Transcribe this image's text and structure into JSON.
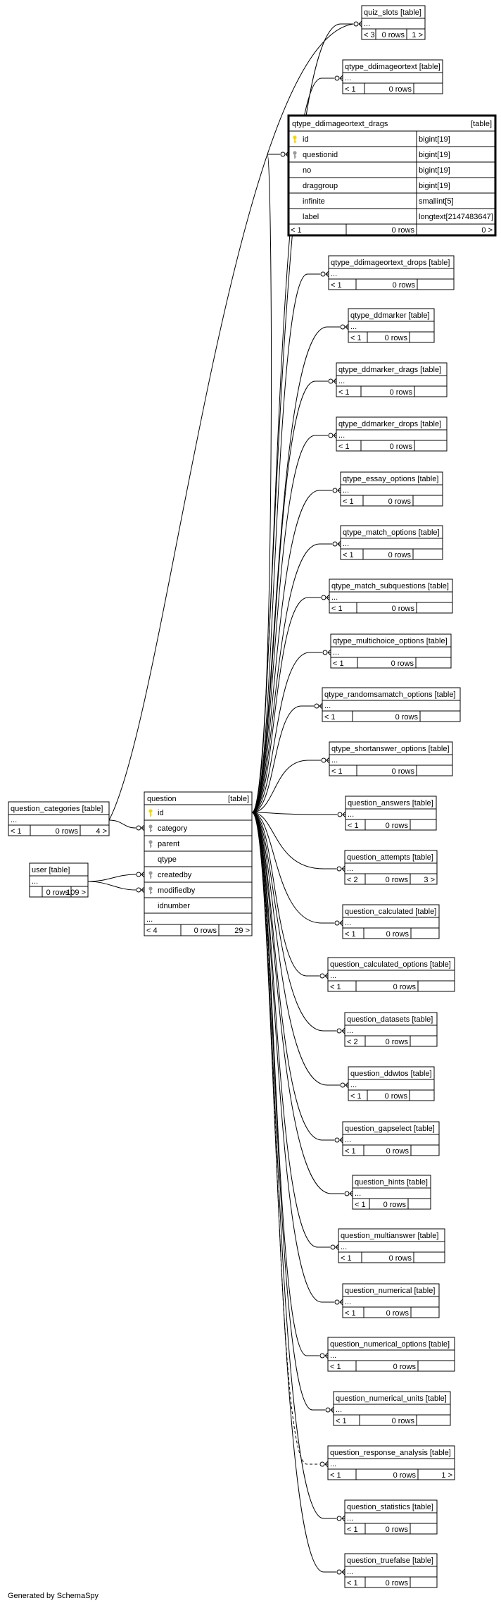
{
  "footer": "Generated by SchemaSpy",
  "key_icon_color": "#f2d800",
  "fk_icon_color": "#9a9a9a",
  "focus_table": {
    "name": "qtype_ddimageortext_drags",
    "tag": "[table]",
    "columns": [
      {
        "name": "id",
        "type": "bigint[19]",
        "icon": "primary-key-icon"
      },
      {
        "name": "questionid",
        "type": "bigint[19]",
        "icon": "foreign-key-icon"
      },
      {
        "name": "no",
        "type": "bigint[19]",
        "icon": ""
      },
      {
        "name": "draggroup",
        "type": "bigint[19]",
        "icon": ""
      },
      {
        "name": "infinite",
        "type": "smallint[5]",
        "icon": ""
      },
      {
        "name": "label",
        "type": "longtext[2147483647]",
        "icon": ""
      }
    ],
    "footer": {
      "left": "< 1",
      "rows": "0 rows",
      "right": "0 >"
    }
  },
  "question_table": {
    "name": "question",
    "tag": "[table]",
    "columns": [
      {
        "name": "id",
        "icon": "primary-key-icon"
      },
      {
        "name": "category",
        "icon": "foreign-key-icon"
      },
      {
        "name": "parent",
        "icon": "foreign-key-icon"
      },
      {
        "name": "qtype",
        "icon": ""
      },
      {
        "name": "createdby",
        "icon": "foreign-key-icon"
      },
      {
        "name": "modifiedby",
        "icon": "foreign-key-icon"
      },
      {
        "name": "idnumber",
        "icon": ""
      }
    ],
    "ellipsis": "...",
    "footer": {
      "left": "< 4",
      "rows": "0 rows",
      "right": "29 >"
    }
  },
  "left_tables": [
    {
      "name": "question_categories",
      "tag": "[table]",
      "ellipsis": "...",
      "footer": {
        "left": "< 1",
        "rows": "0 rows",
        "right": "4 >"
      }
    },
    {
      "name": "user",
      "tag": "[table]",
      "ellipsis": "...",
      "footer": {
        "left": "",
        "rows": "0 rows",
        "right": "109 >"
      }
    }
  ],
  "tables": [
    {
      "name": "quiz_slots",
      "tag": "[table]",
      "ellipsis": "...",
      "footer": {
        "left": "< 3",
        "rows": "0 rows",
        "right": "1 >"
      }
    },
    {
      "name": "qtype_ddimageortext",
      "tag": "[table]",
      "ellipsis": "...",
      "footer": {
        "left": "< 1",
        "rows": "0 rows",
        "right": ""
      }
    },
    {
      "name": "qtype_ddimageortext_drops",
      "tag": "[table]",
      "ellipsis": "...",
      "footer": {
        "left": "< 1",
        "rows": "0 rows",
        "right": ""
      }
    },
    {
      "name": "qtype_ddmarker",
      "tag": "[table]",
      "ellipsis": "...",
      "footer": {
        "left": "< 1",
        "rows": "0 rows",
        "right": ""
      }
    },
    {
      "name": "qtype_ddmarker_drags",
      "tag": "[table]",
      "ellipsis": "...",
      "footer": {
        "left": "< 1",
        "rows": "0 rows",
        "right": ""
      }
    },
    {
      "name": "qtype_ddmarker_drops",
      "tag": "[table]",
      "ellipsis": "...",
      "footer": {
        "left": "< 1",
        "rows": "0 rows",
        "right": ""
      }
    },
    {
      "name": "qtype_essay_options",
      "tag": "[table]",
      "ellipsis": "...",
      "footer": {
        "left": "< 1",
        "rows": "0 rows",
        "right": ""
      }
    },
    {
      "name": "qtype_match_options",
      "tag": "[table]",
      "ellipsis": "...",
      "footer": {
        "left": "< 1",
        "rows": "0 rows",
        "right": ""
      }
    },
    {
      "name": "qtype_match_subquestions",
      "tag": "[table]",
      "ellipsis": "...",
      "footer": {
        "left": "< 1",
        "rows": "0 rows",
        "right": ""
      }
    },
    {
      "name": "qtype_multichoice_options",
      "tag": "[table]",
      "ellipsis": "...",
      "footer": {
        "left": "< 1",
        "rows": "0 rows",
        "right": ""
      }
    },
    {
      "name": "qtype_randomsamatch_options",
      "tag": "[table]",
      "ellipsis": "...",
      "footer": {
        "left": "< 1",
        "rows": "0 rows",
        "right": ""
      }
    },
    {
      "name": "qtype_shortanswer_options",
      "tag": "[table]",
      "ellipsis": "...",
      "footer": {
        "left": "< 1",
        "rows": "0 rows",
        "right": ""
      }
    },
    {
      "name": "question_answers",
      "tag": "[table]",
      "ellipsis": "...",
      "footer": {
        "left": "< 1",
        "rows": "0 rows",
        "right": ""
      }
    },
    {
      "name": "question_attempts",
      "tag": "[table]",
      "ellipsis": "...",
      "footer": {
        "left": "< 2",
        "rows": "0 rows",
        "right": "3 >"
      }
    },
    {
      "name": "question_calculated",
      "tag": "[table]",
      "ellipsis": "...",
      "footer": {
        "left": "< 1",
        "rows": "0 rows",
        "right": ""
      }
    },
    {
      "name": "question_calculated_options",
      "tag": "[table]",
      "ellipsis": "...",
      "footer": {
        "left": "< 1",
        "rows": "0 rows",
        "right": ""
      }
    },
    {
      "name": "question_datasets",
      "tag": "[table]",
      "ellipsis": "...",
      "footer": {
        "left": "< 2",
        "rows": "0 rows",
        "right": ""
      }
    },
    {
      "name": "question_ddwtos",
      "tag": "[table]",
      "ellipsis": "...",
      "footer": {
        "left": "< 1",
        "rows": "0 rows",
        "right": ""
      }
    },
    {
      "name": "question_gapselect",
      "tag": "[table]",
      "ellipsis": "...",
      "footer": {
        "left": "< 1",
        "rows": "0 rows",
        "right": ""
      }
    },
    {
      "name": "question_hints",
      "tag": "[table]",
      "ellipsis": "...",
      "footer": {
        "left": "< 1",
        "rows": "0 rows",
        "right": ""
      }
    },
    {
      "name": "question_multianswer",
      "tag": "[table]",
      "ellipsis": "...",
      "footer": {
        "left": "< 1",
        "rows": "0 rows",
        "right": ""
      }
    },
    {
      "name": "question_numerical",
      "tag": "[table]",
      "ellipsis": "...",
      "footer": {
        "left": "< 1",
        "rows": "0 rows",
        "right": ""
      }
    },
    {
      "name": "question_numerical_options",
      "tag": "[table]",
      "ellipsis": "...",
      "footer": {
        "left": "< 1",
        "rows": "0 rows",
        "right": ""
      }
    },
    {
      "name": "question_numerical_units",
      "tag": "[table]",
      "ellipsis": "...",
      "footer": {
        "left": "< 1",
        "rows": "0 rows",
        "right": ""
      }
    },
    {
      "name": "question_response_analysis",
      "tag": "[table]",
      "ellipsis": "...",
      "footer": {
        "left": "< 1",
        "rows": "0 rows",
        "right": "1 >"
      }
    },
    {
      "name": "question_statistics",
      "tag": "[table]",
      "ellipsis": "...",
      "footer": {
        "left": "< 1",
        "rows": "0 rows",
        "right": ""
      }
    },
    {
      "name": "question_truefalse",
      "tag": "[table]",
      "ellipsis": "...",
      "footer": {
        "left": "< 1",
        "rows": "0 rows",
        "right": ""
      }
    }
  ]
}
